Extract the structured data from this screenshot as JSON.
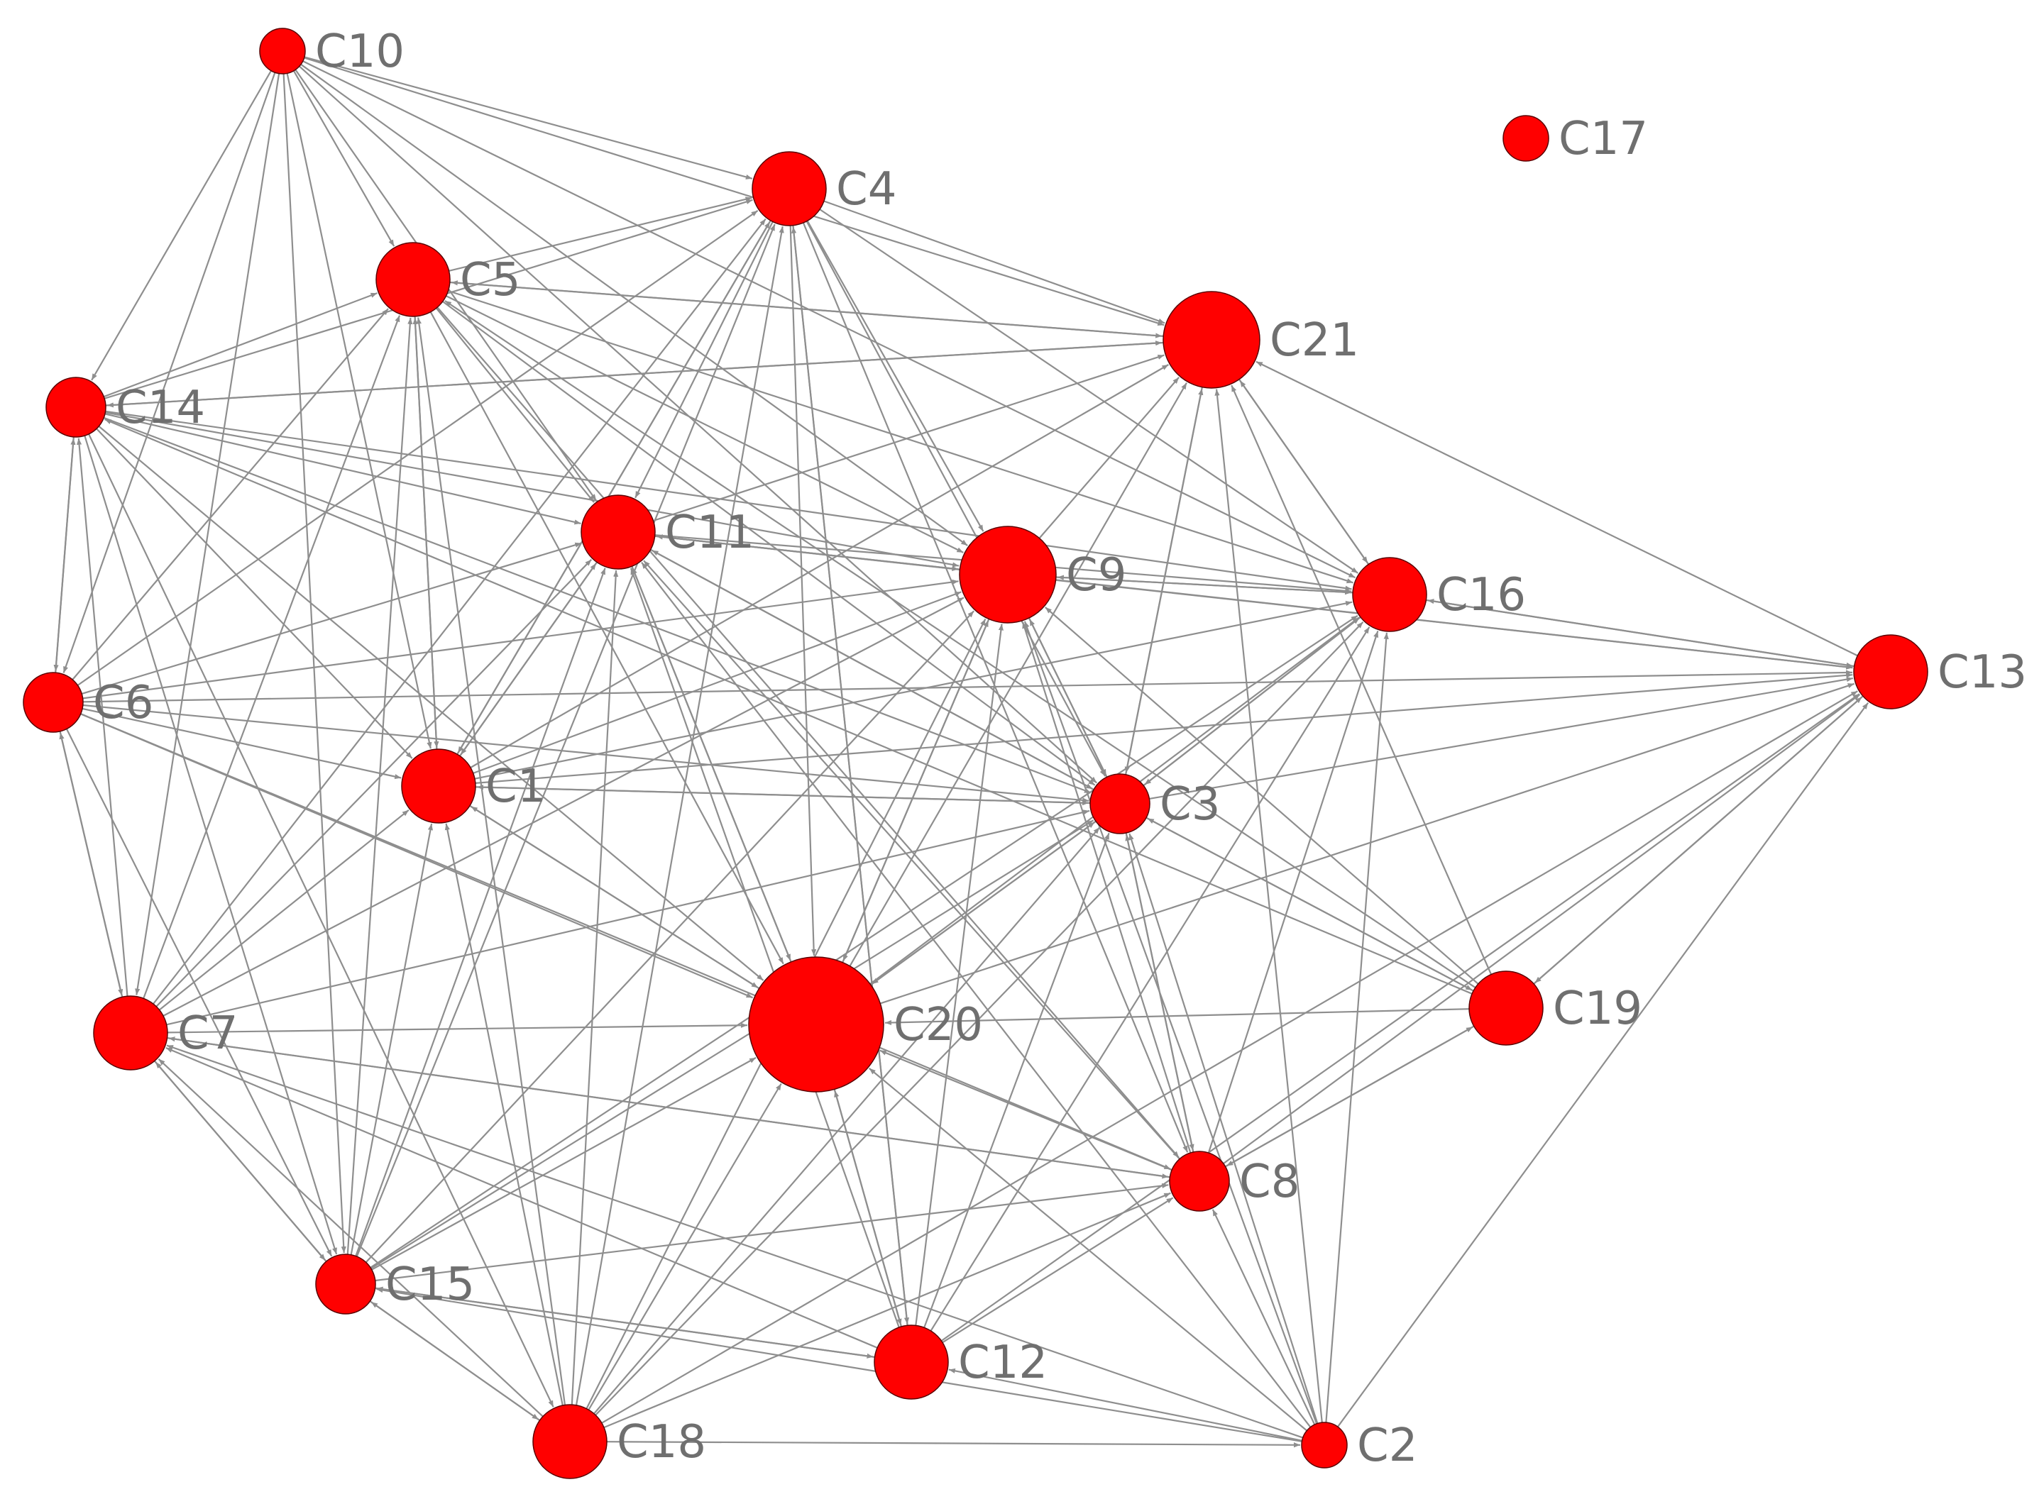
{
  "graph": {
    "node_color": "#ff0000",
    "edge_color": "#8e8e8e",
    "label_color": "#6f6f6f",
    "nodes": [
      {
        "id": "C1",
        "label": "C1",
        "size": 3
      },
      {
        "id": "C2",
        "label": "C2",
        "size": 1
      },
      {
        "id": "C3",
        "label": "C3",
        "size": 2
      },
      {
        "id": "C4",
        "label": "C4",
        "size": 3
      },
      {
        "id": "C5",
        "label": "C5",
        "size": 3
      },
      {
        "id": "C6",
        "label": "C6",
        "size": 2
      },
      {
        "id": "C7",
        "label": "C7",
        "size": 3
      },
      {
        "id": "C8",
        "label": "C8",
        "size": 2
      },
      {
        "id": "C9",
        "label": "C9",
        "size": 4
      },
      {
        "id": "C10",
        "label": "C10",
        "size": 1
      },
      {
        "id": "C11",
        "label": "C11",
        "size": 3
      },
      {
        "id": "C12",
        "label": "C12",
        "size": 3
      },
      {
        "id": "C13",
        "label": "C13",
        "size": 3
      },
      {
        "id": "C14",
        "label": "C14",
        "size": 2
      },
      {
        "id": "C15",
        "label": "C15",
        "size": 2
      },
      {
        "id": "C16",
        "label": "C16",
        "size": 3
      },
      {
        "id": "C17",
        "label": "C17",
        "size": 1
      },
      {
        "id": "C18",
        "label": "C18",
        "size": 3
      },
      {
        "id": "C19",
        "label": "C19",
        "size": 3
      },
      {
        "id": "C20",
        "label": "C20",
        "size": 5
      },
      {
        "id": "C21",
        "label": "C21",
        "size": 4
      }
    ],
    "edges": [
      [
        "C10",
        "C5"
      ],
      [
        "C10",
        "C4"
      ],
      [
        "C10",
        "C21"
      ],
      [
        "C10",
        "C11"
      ],
      [
        "C10",
        "C9"
      ],
      [
        "C10",
        "C14"
      ],
      [
        "C10",
        "C1"
      ],
      [
        "C10",
        "C6"
      ],
      [
        "C10",
        "C7"
      ],
      [
        "C10",
        "C15"
      ],
      [
        "C10",
        "C16"
      ],
      [
        "C10",
        "C3"
      ],
      [
        "C5",
        "C4"
      ],
      [
        "C5",
        "C21"
      ],
      [
        "C5",
        "C11"
      ],
      [
        "C5",
        "C9"
      ],
      [
        "C5",
        "C16"
      ],
      [
        "C5",
        "C3"
      ],
      [
        "C5",
        "C20"
      ],
      [
        "C5",
        "C8"
      ],
      [
        "C5",
        "C1"
      ],
      [
        "C14",
        "C5"
      ],
      [
        "C14",
        "C4"
      ],
      [
        "C14",
        "C21"
      ],
      [
        "C14",
        "C11"
      ],
      [
        "C14",
        "C9"
      ],
      [
        "C14",
        "C16"
      ],
      [
        "C14",
        "C6"
      ],
      [
        "C14",
        "C20"
      ],
      [
        "C14",
        "C1"
      ],
      [
        "C14",
        "C18"
      ],
      [
        "C14",
        "C15"
      ],
      [
        "C14",
        "C3"
      ],
      [
        "C4",
        "C11"
      ],
      [
        "C4",
        "C9"
      ],
      [
        "C4",
        "C21"
      ],
      [
        "C4",
        "C16"
      ],
      [
        "C4",
        "C3"
      ],
      [
        "C4",
        "C20"
      ],
      [
        "C4",
        "C8"
      ],
      [
        "C4",
        "C12"
      ],
      [
        "C4",
        "C1"
      ],
      [
        "C6",
        "C4"
      ],
      [
        "C6",
        "C5"
      ],
      [
        "C6",
        "C11"
      ],
      [
        "C6",
        "C13"
      ],
      [
        "C6",
        "C1"
      ],
      [
        "C6",
        "C20"
      ],
      [
        "C6",
        "C3"
      ],
      [
        "C6",
        "C7"
      ],
      [
        "C6",
        "C15"
      ],
      [
        "C6",
        "C14"
      ],
      [
        "C6",
        "C8"
      ],
      [
        "C6",
        "C9"
      ],
      [
        "C7",
        "C5"
      ],
      [
        "C7",
        "C4"
      ],
      [
        "C7",
        "C11"
      ],
      [
        "C7",
        "C1"
      ],
      [
        "C7",
        "C20"
      ],
      [
        "C7",
        "C8"
      ],
      [
        "C7",
        "C14"
      ],
      [
        "C7",
        "C6"
      ],
      [
        "C7",
        "C15"
      ],
      [
        "C7",
        "C9"
      ],
      [
        "C7",
        "C3"
      ],
      [
        "C15",
        "C5"
      ],
      [
        "C15",
        "C11"
      ],
      [
        "C15",
        "C1"
      ],
      [
        "C15",
        "C20"
      ],
      [
        "C15",
        "C12"
      ],
      [
        "C15",
        "C18"
      ],
      [
        "C15",
        "C7"
      ],
      [
        "C15",
        "C8"
      ],
      [
        "C15",
        "C3"
      ],
      [
        "C15",
        "C4"
      ],
      [
        "C15",
        "C9"
      ],
      [
        "C15",
        "C16"
      ],
      [
        "C18",
        "C1"
      ],
      [
        "C18",
        "C11"
      ],
      [
        "C18",
        "C20"
      ],
      [
        "C18",
        "C9"
      ],
      [
        "C18",
        "C3"
      ],
      [
        "C18",
        "C8"
      ],
      [
        "C18",
        "C16"
      ],
      [
        "C18",
        "C13"
      ],
      [
        "C18",
        "C4"
      ],
      [
        "C18",
        "C15"
      ],
      [
        "C18",
        "C2"
      ],
      [
        "C18",
        "C5"
      ],
      [
        "C18",
        "C7"
      ],
      [
        "C12",
        "C20"
      ],
      [
        "C12",
        "C9"
      ],
      [
        "C12",
        "C3"
      ],
      [
        "C12",
        "C16"
      ],
      [
        "C12",
        "C8"
      ],
      [
        "C12",
        "C4"
      ],
      [
        "C12",
        "C11"
      ],
      [
        "C12",
        "C13"
      ],
      [
        "C12",
        "C15"
      ],
      [
        "C12",
        "C7"
      ],
      [
        "C2",
        "C8"
      ],
      [
        "C2",
        "C3"
      ],
      [
        "C2",
        "C20"
      ],
      [
        "C2",
        "C12"
      ],
      [
        "C2",
        "C11"
      ],
      [
        "C2",
        "C9"
      ],
      [
        "C2",
        "C16"
      ],
      [
        "C2",
        "C21"
      ],
      [
        "C2",
        "C13"
      ],
      [
        "C2",
        "C7"
      ],
      [
        "C2",
        "C15"
      ],
      [
        "C8",
        "C3"
      ],
      [
        "C8",
        "C9"
      ],
      [
        "C8",
        "C16"
      ],
      [
        "C8",
        "C13"
      ],
      [
        "C8",
        "C19"
      ],
      [
        "C8",
        "C20"
      ],
      [
        "C8",
        "C11"
      ],
      [
        "C8",
        "C7"
      ],
      [
        "C19",
        "C3"
      ],
      [
        "C19",
        "C9"
      ],
      [
        "C19",
        "C21"
      ],
      [
        "C19",
        "C13"
      ],
      [
        "C19",
        "C20"
      ],
      [
        "C19",
        "C8"
      ],
      [
        "C19",
        "C5"
      ],
      [
        "C19",
        "C14"
      ],
      [
        "C3",
        "C9"
      ],
      [
        "C3",
        "C16"
      ],
      [
        "C3",
        "C13"
      ],
      [
        "C3",
        "C21"
      ],
      [
        "C3",
        "C20"
      ],
      [
        "C3",
        "C11"
      ],
      [
        "C3",
        "C1"
      ],
      [
        "C3",
        "C8"
      ],
      [
        "C3",
        "C19"
      ],
      [
        "C9",
        "C16"
      ],
      [
        "C9",
        "C21"
      ],
      [
        "C9",
        "C13"
      ],
      [
        "C9",
        "C20"
      ],
      [
        "C9",
        "C3"
      ],
      [
        "C9",
        "C11"
      ],
      [
        "C11",
        "C9"
      ],
      [
        "C11",
        "C16"
      ],
      [
        "C11",
        "C21"
      ],
      [
        "C11",
        "C20"
      ],
      [
        "C11",
        "C3"
      ],
      [
        "C11",
        "C1"
      ],
      [
        "C11",
        "C13"
      ],
      [
        "C1",
        "C4"
      ],
      [
        "C1",
        "C9"
      ],
      [
        "C1",
        "C16"
      ],
      [
        "C1",
        "C21"
      ],
      [
        "C1",
        "C20"
      ],
      [
        "C1",
        "C3"
      ],
      [
        "C1",
        "C11"
      ],
      [
        "C1",
        "C13"
      ],
      [
        "C1",
        "C5"
      ],
      [
        "C20",
        "C9"
      ],
      [
        "C20",
        "C16"
      ],
      [
        "C20",
        "C21"
      ],
      [
        "C20",
        "C3"
      ],
      [
        "C20",
        "C13"
      ],
      [
        "C20",
        "C11"
      ],
      [
        "C20",
        "C1"
      ],
      [
        "C20",
        "C12"
      ],
      [
        "C16",
        "C13"
      ],
      [
        "C16",
        "C21"
      ],
      [
        "C16",
        "C3"
      ],
      [
        "C16",
        "C9"
      ],
      [
        "C13",
        "C21"
      ],
      [
        "C13",
        "C19"
      ],
      [
        "C13",
        "C16"
      ],
      [
        "C21",
        "C16"
      ],
      [
        "C21",
        "C3"
      ],
      [
        "C21",
        "C5"
      ],
      [
        "C21",
        "C14"
      ]
    ]
  }
}
